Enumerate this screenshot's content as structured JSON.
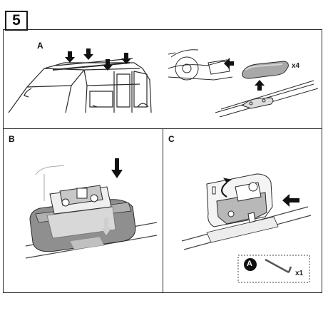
{
  "step": {
    "number": "5"
  },
  "panels": {
    "a": {
      "label": "A",
      "quantity": "x4"
    },
    "b": {
      "label": "B"
    },
    "c": {
      "label": "C",
      "tool_badge": "A",
      "tool_quantity": "x1"
    }
  },
  "colors": {
    "line": "#2a2a2a",
    "arrow": "#111111",
    "foot_gray": "#9a9a9a",
    "clamp_gray": "#b8b8b8"
  }
}
